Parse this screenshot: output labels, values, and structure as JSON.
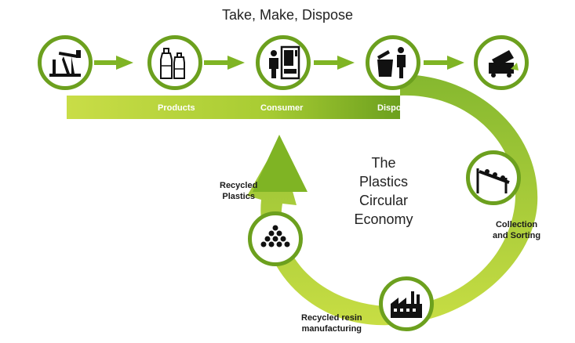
{
  "title": "Take, Make, Dispose",
  "center_title": [
    "The",
    "Plastics",
    "Circular",
    "Economy"
  ],
  "stages": {
    "products": "Products",
    "consumer": "Consumer",
    "dispose": "Dispose"
  },
  "cycle": {
    "collection": [
      "Collection",
      "and Sorting"
    ],
    "resin": [
      "Recycled resin",
      "manufacturing"
    ],
    "recycled": [
      "Recycled",
      "Plastics"
    ]
  },
  "icons": [
    "oil-pump-icon",
    "bottles-icon",
    "vending-machine-icon",
    "trash-bin-icon",
    "landfill-truck-icon",
    "conveyor-icon",
    "factory-icon",
    "pellets-icon"
  ],
  "colors": {
    "green_dark": "#6ca01e",
    "green_light": "#c5dc3a",
    "green_arrow": "#8dc02f"
  }
}
